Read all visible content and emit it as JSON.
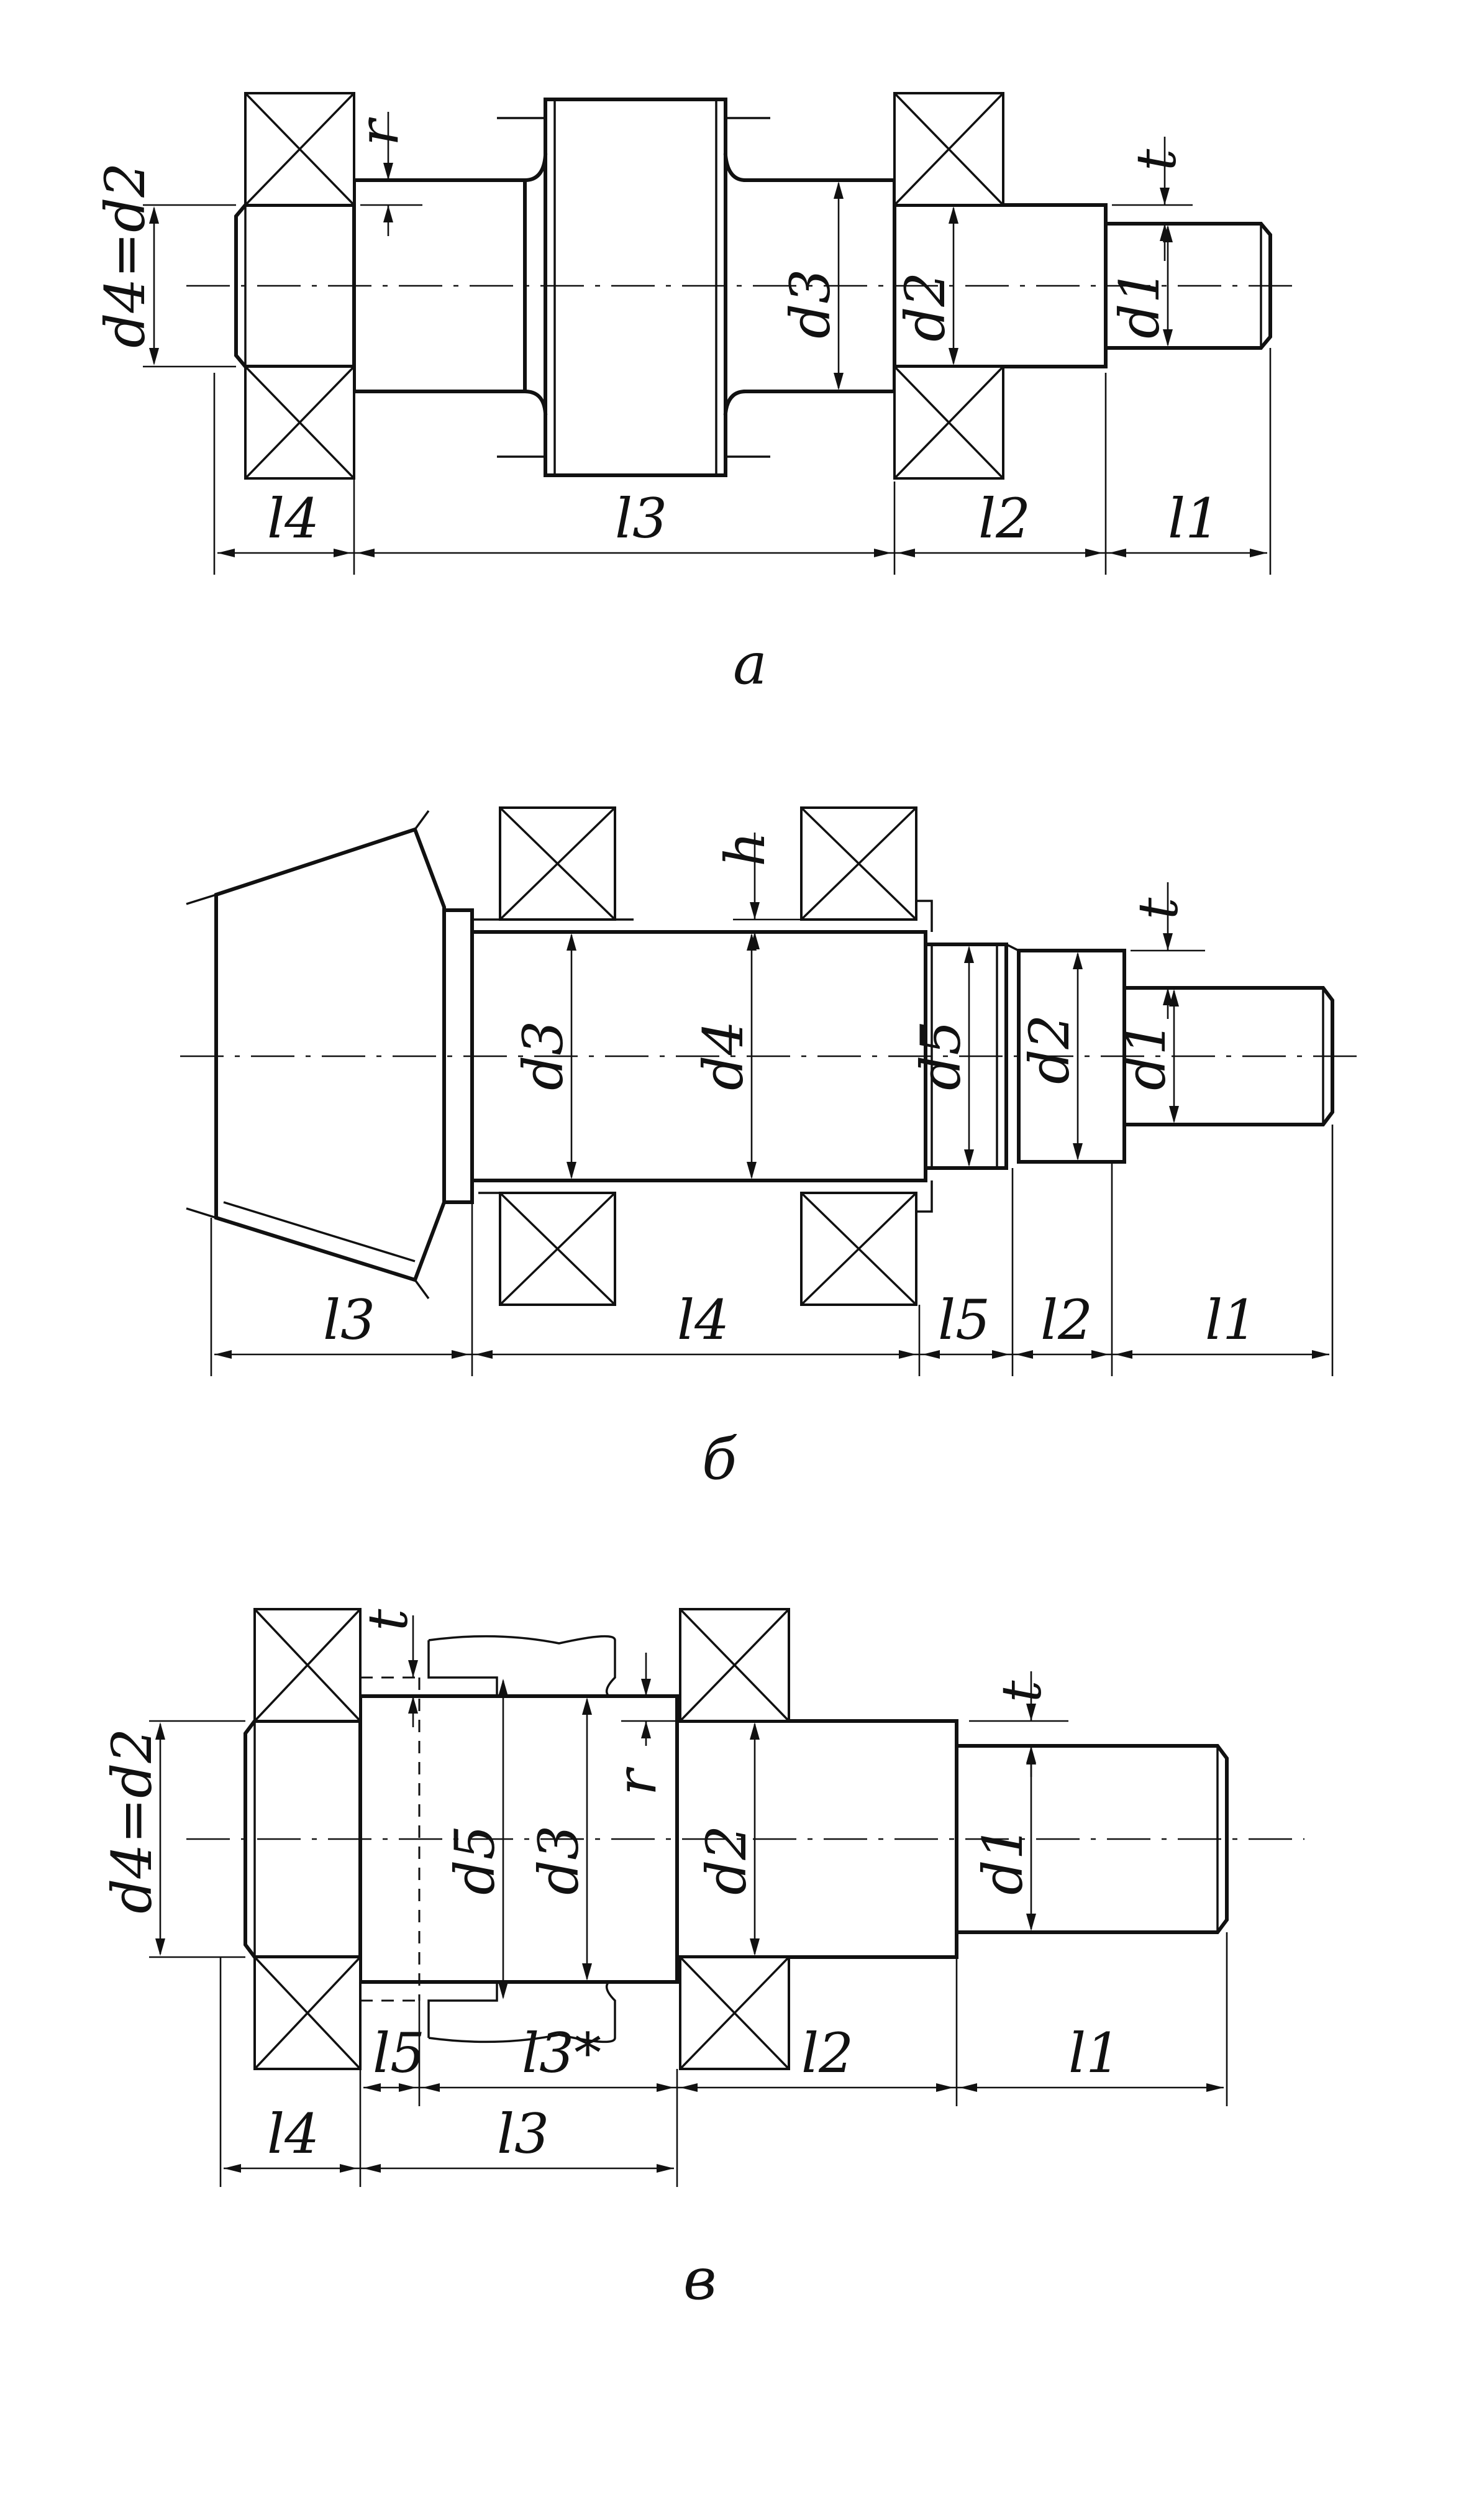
{
  "figures": [
    {
      "id": "a",
      "caption": "а",
      "labels": {
        "d4d2": "d4=d2",
        "r": "r",
        "d3": "d3",
        "d2": "d2",
        "d1": "d1",
        "t": "t",
        "l4": "l4",
        "l3": "l3",
        "l2": "l2",
        "l1": "l1"
      }
    },
    {
      "id": "b",
      "caption": "б",
      "labels": {
        "h": "h",
        "t": "t",
        "d3": "d3",
        "d4": "d4",
        "d5": "d5",
        "d2": "d2",
        "d1": "d1",
        "l3": "l3",
        "l4": "l4",
        "l5": "l5",
        "l2": "l2",
        "l1": "l1"
      }
    },
    {
      "id": "v",
      "caption": "в",
      "labels": {
        "d4d2": "d4=d2",
        "t_top": "t",
        "r": "r",
        "t": "t",
        "d5": "d5",
        "d3": "d3",
        "d2": "d2",
        "d1": "d1",
        "l5": "l5",
        "l3star": "l3*",
        "l2": "l2",
        "l1": "l1",
        "l4": "l4",
        "l3": "l3"
      }
    }
  ]
}
